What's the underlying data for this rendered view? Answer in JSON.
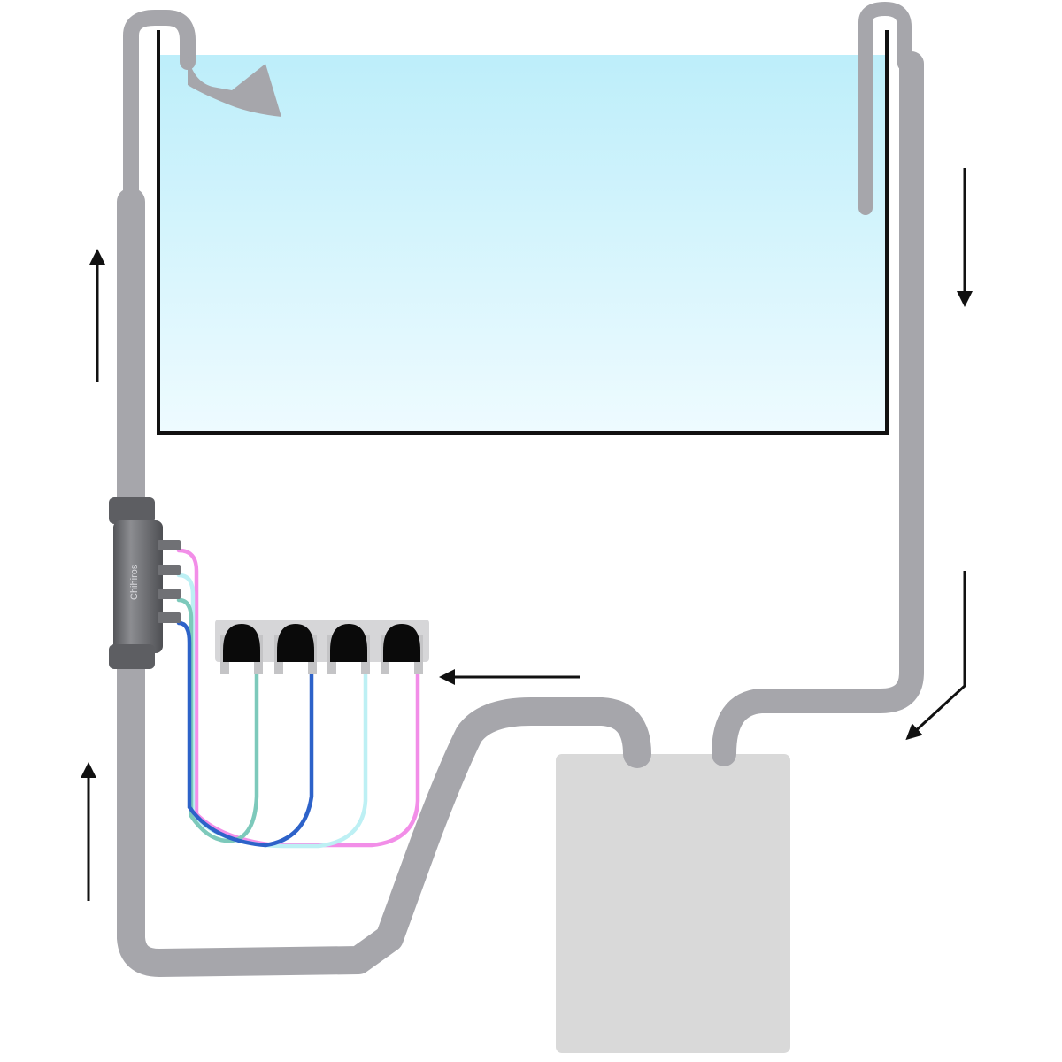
{
  "diagram": {
    "device_label": "Chihiros",
    "colors": {
      "plumbing": "#a6a6ab",
      "tank_water_top": "#bdeefa",
      "tank_water_bottom": "#eefbff",
      "tank_outline": "#111111",
      "sump": "#d9d9d9",
      "manifold": "#6f6f73",
      "pump_panel": "#d6d6d8",
      "pump_head": "#0a0a0a",
      "tube_blue": "#2d62c9",
      "tube_teal": "#7dc9bb",
      "tube_light_cyan": "#bdf0f4",
      "tube_pink": "#f28ee8",
      "arrow": "#111111"
    },
    "parts": [
      "aquarium-tank",
      "overflow-pipe",
      "return-outlet",
      "sump",
      "manifold-doser",
      "dosing-pumps",
      "dosing-tubes",
      "flow-arrows"
    ],
    "pump_count": 4,
    "flow_arrows": [
      "up",
      "up",
      "down",
      "down-left",
      "left"
    ]
  }
}
